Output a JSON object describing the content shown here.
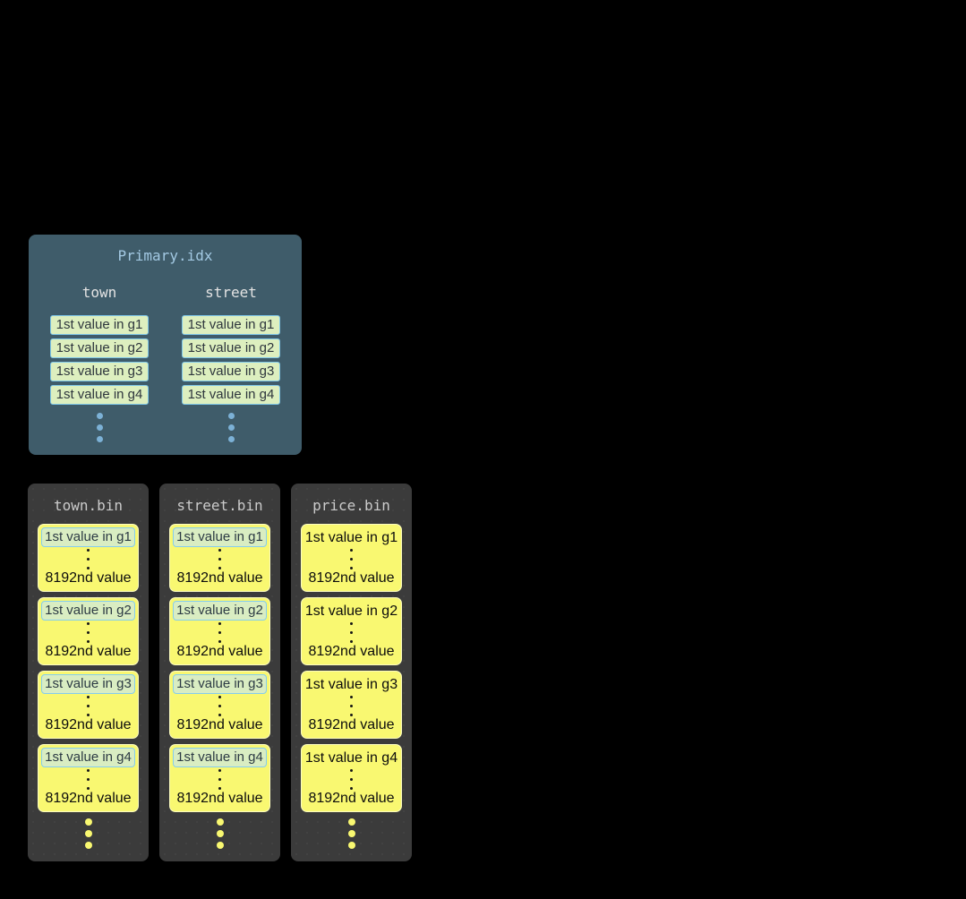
{
  "colors": {
    "background": "#000000",
    "primary_panel_bg": "#3f5c6a",
    "primary_title_text": "#a3c9e3",
    "column_header_text": "#e3e3e3",
    "index_cell_bg": "#ddefbf",
    "index_cell_border": "#7fc7e8",
    "primary_ellipsis_dots": "#7cb1d6",
    "bin_panel_bg": "#3b3b3b",
    "bin_title_text": "#cbcbcb",
    "granule_block_bg": "#f9f871",
    "granule_label_bg": "#d9edc2",
    "granule_label_border": "#85cdec",
    "bin_ellipsis_dots": "#f9f871"
  },
  "primary_panel": {
    "title": "Primary.idx",
    "columns": [
      {
        "header": "town",
        "cells": [
          "1st value in g1",
          "1st value in g2",
          "1st value in g3",
          "1st value in g4"
        ]
      },
      {
        "header": "street",
        "cells": [
          "1st value in g1",
          "1st value in g2",
          "1st value in g3",
          "1st value in g4"
        ]
      }
    ]
  },
  "bin_panels": [
    {
      "title": "town.bin",
      "first_value_highlighted": true,
      "blocks": [
        {
          "first": "1st value in g1",
          "last": "8192nd value"
        },
        {
          "first": "1st value in g2",
          "last": "8192nd value"
        },
        {
          "first": "1st value in g3",
          "last": "8192nd value"
        },
        {
          "first": "1st value in g4",
          "last": "8192nd value"
        }
      ]
    },
    {
      "title": "street.bin",
      "first_value_highlighted": true,
      "blocks": [
        {
          "first": "1st value in g1",
          "last": "8192nd value"
        },
        {
          "first": "1st value in g2",
          "last": "8192nd value"
        },
        {
          "first": "1st value in g3",
          "last": "8192nd value"
        },
        {
          "first": "1st value in g4",
          "last": "8192nd value"
        }
      ]
    },
    {
      "title": "price.bin",
      "first_value_highlighted": false,
      "blocks": [
        {
          "first": "1st value in g1",
          "last": "8192nd value"
        },
        {
          "first": "1st value in g2",
          "last": "8192nd value"
        },
        {
          "first": "1st value in g3",
          "last": "8192nd value"
        },
        {
          "first": "1st value in g4",
          "last": "8192nd value"
        }
      ]
    }
  ]
}
